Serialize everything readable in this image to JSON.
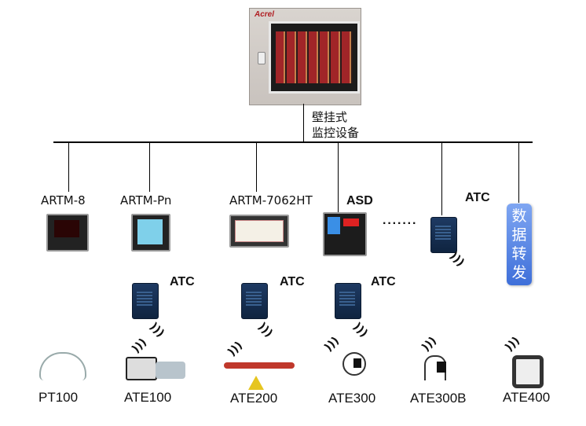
{
  "monitor": {
    "brand": "Acrel",
    "label_line1": "壁挂式",
    "label_line2": "监控设备"
  },
  "devices": {
    "artm8": "ARTM-8",
    "artmpn": "ARTM-Pn",
    "artm7062": "ARTM-7062HT",
    "asd": "ASD",
    "ellipsis": "·······",
    "atc_top": "ATC"
  },
  "forward": {
    "chars": [
      "数",
      "据",
      "转",
      "发"
    ]
  },
  "atc_row": {
    "atc1": "ATC",
    "atc2": "ATC",
    "atc3": "ATC"
  },
  "sensors": {
    "pt100": "PT100",
    "ate100": "ATE100",
    "ate200": "ATE200",
    "ate300": "ATE300",
    "ate300b": "ATE300B",
    "ate400": "ATE400"
  },
  "icons": {
    "wifi": "wireless-signal-icon"
  }
}
